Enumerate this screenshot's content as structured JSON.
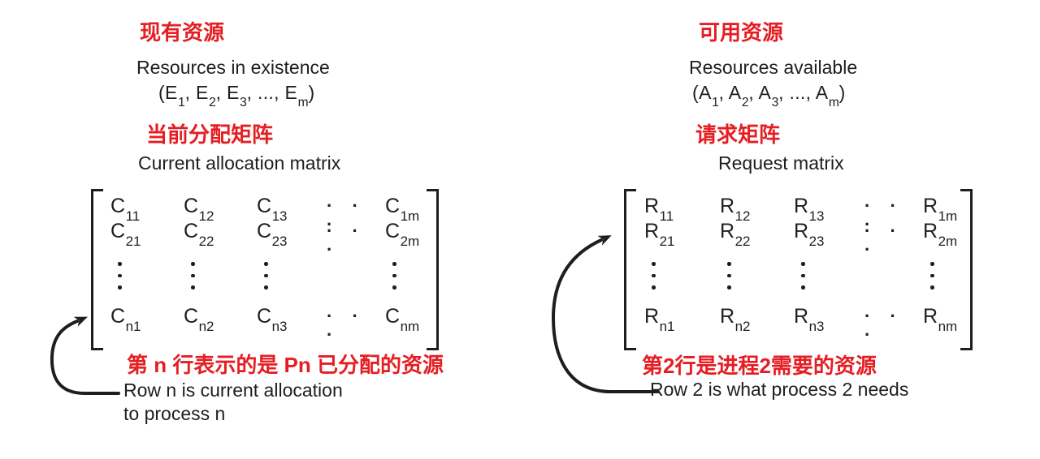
{
  "colors": {
    "red": "#e41e23",
    "ink": "#211d1e",
    "background": "#ffffff"
  },
  "glyphs": {
    "hdots": "· · ·"
  },
  "left": {
    "heading_zh": "现有资源",
    "heading_en": "Resources in existence",
    "vector_segments": [
      [
        "t",
        "(E"
      ],
      [
        "s",
        "1"
      ],
      [
        "t",
        ", E"
      ],
      [
        "s",
        "2"
      ],
      [
        "t",
        ", E"
      ],
      [
        "s",
        "3"
      ],
      [
        "t",
        ", ..., E"
      ],
      [
        "s",
        "m"
      ],
      [
        "t",
        ")"
      ]
    ],
    "matrix_title_zh": "当前分配矩阵",
    "matrix_title_en": "Current allocation matrix",
    "matrix_rows": [
      [
        [
          "C",
          "11"
        ],
        [
          "C",
          "12"
        ],
        [
          "C",
          "13"
        ],
        [
          "h",
          ""
        ],
        [
          "C",
          "1m"
        ]
      ],
      [
        [
          "C",
          "21"
        ],
        [
          "C",
          "22"
        ],
        [
          "C",
          "23"
        ],
        [
          "h",
          ""
        ],
        [
          "C",
          "2m"
        ]
      ],
      [
        [
          "v",
          ""
        ],
        [
          "v",
          ""
        ],
        [
          "v",
          ""
        ],
        [
          "",
          ""
        ],
        [
          "v",
          ""
        ]
      ],
      [
        [
          "C",
          "n1"
        ],
        [
          "C",
          "n2"
        ],
        [
          "C",
          "n3"
        ],
        [
          "h",
          ""
        ],
        [
          "C",
          "nm"
        ]
      ]
    ],
    "note_zh": "第 n 行表示的是 Pn 已分配的资源",
    "note_en_line1": "Row n is current allocation",
    "note_en_line2": "to process n"
  },
  "right": {
    "heading_zh": "可用资源",
    "heading_en": "Resources available",
    "vector_segments": [
      [
        "t",
        "(A"
      ],
      [
        "s",
        "1"
      ],
      [
        "t",
        ", A"
      ],
      [
        "s",
        "2"
      ],
      [
        "t",
        ", A"
      ],
      [
        "s",
        "3"
      ],
      [
        "t",
        ", ..., A"
      ],
      [
        "s",
        "m"
      ],
      [
        "t",
        ")"
      ]
    ],
    "matrix_title_zh": "请求矩阵",
    "matrix_title_en": "Request matrix",
    "matrix_rows": [
      [
        [
          "R",
          "11"
        ],
        [
          "R",
          "12"
        ],
        [
          "R",
          "13"
        ],
        [
          "h",
          ""
        ],
        [
          "R",
          "1m"
        ]
      ],
      [
        [
          "R",
          "21"
        ],
        [
          "R",
          "22"
        ],
        [
          "R",
          "23"
        ],
        [
          "h",
          ""
        ],
        [
          "R",
          "2m"
        ]
      ],
      [
        [
          "v",
          ""
        ],
        [
          "v",
          ""
        ],
        [
          "v",
          ""
        ],
        [
          "",
          ""
        ],
        [
          "v",
          ""
        ]
      ],
      [
        [
          "R",
          "n1"
        ],
        [
          "R",
          "n2"
        ],
        [
          "R",
          "n3"
        ],
        [
          "h",
          ""
        ],
        [
          "R",
          "nm"
        ]
      ]
    ],
    "note_zh": "第2行是进程2需要的资源",
    "note_en_line1": "Row 2 is what process 2 needs"
  }
}
